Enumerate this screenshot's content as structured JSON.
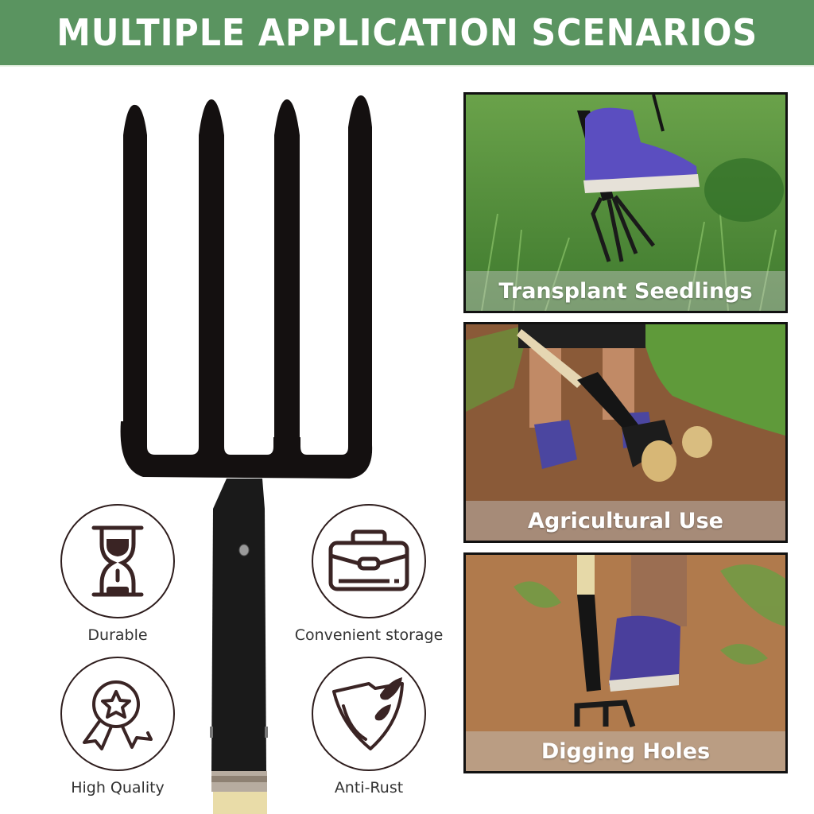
{
  "header": {
    "title": "MULTIPLE APPLICATION SCENARIOS",
    "background_color": "#5a9460"
  },
  "product": {
    "name": "garden-digging-fork",
    "tines": 4,
    "head_color": "#111111",
    "handle_color": "#e9dca8"
  },
  "features": [
    {
      "label": "Durable",
      "icon": "hourglass-icon"
    },
    {
      "label": "Convenient storage",
      "icon": "briefcase-icon"
    },
    {
      "label": "High Quality",
      "icon": "award-ribbon-icon"
    },
    {
      "label": "Anti-Rust",
      "icon": "shield-drops-icon"
    }
  ],
  "scenarios": [
    {
      "caption": "Transplant Seedlings",
      "scene": "foot pressing fork into grassy soil"
    },
    {
      "caption": "Agricultural Use",
      "scene": "fork lifting potatoes from dirt"
    },
    {
      "caption": "Digging Holes",
      "scene": "foot pressing fork into dry soil"
    }
  ],
  "icon_color": "#3a2424"
}
